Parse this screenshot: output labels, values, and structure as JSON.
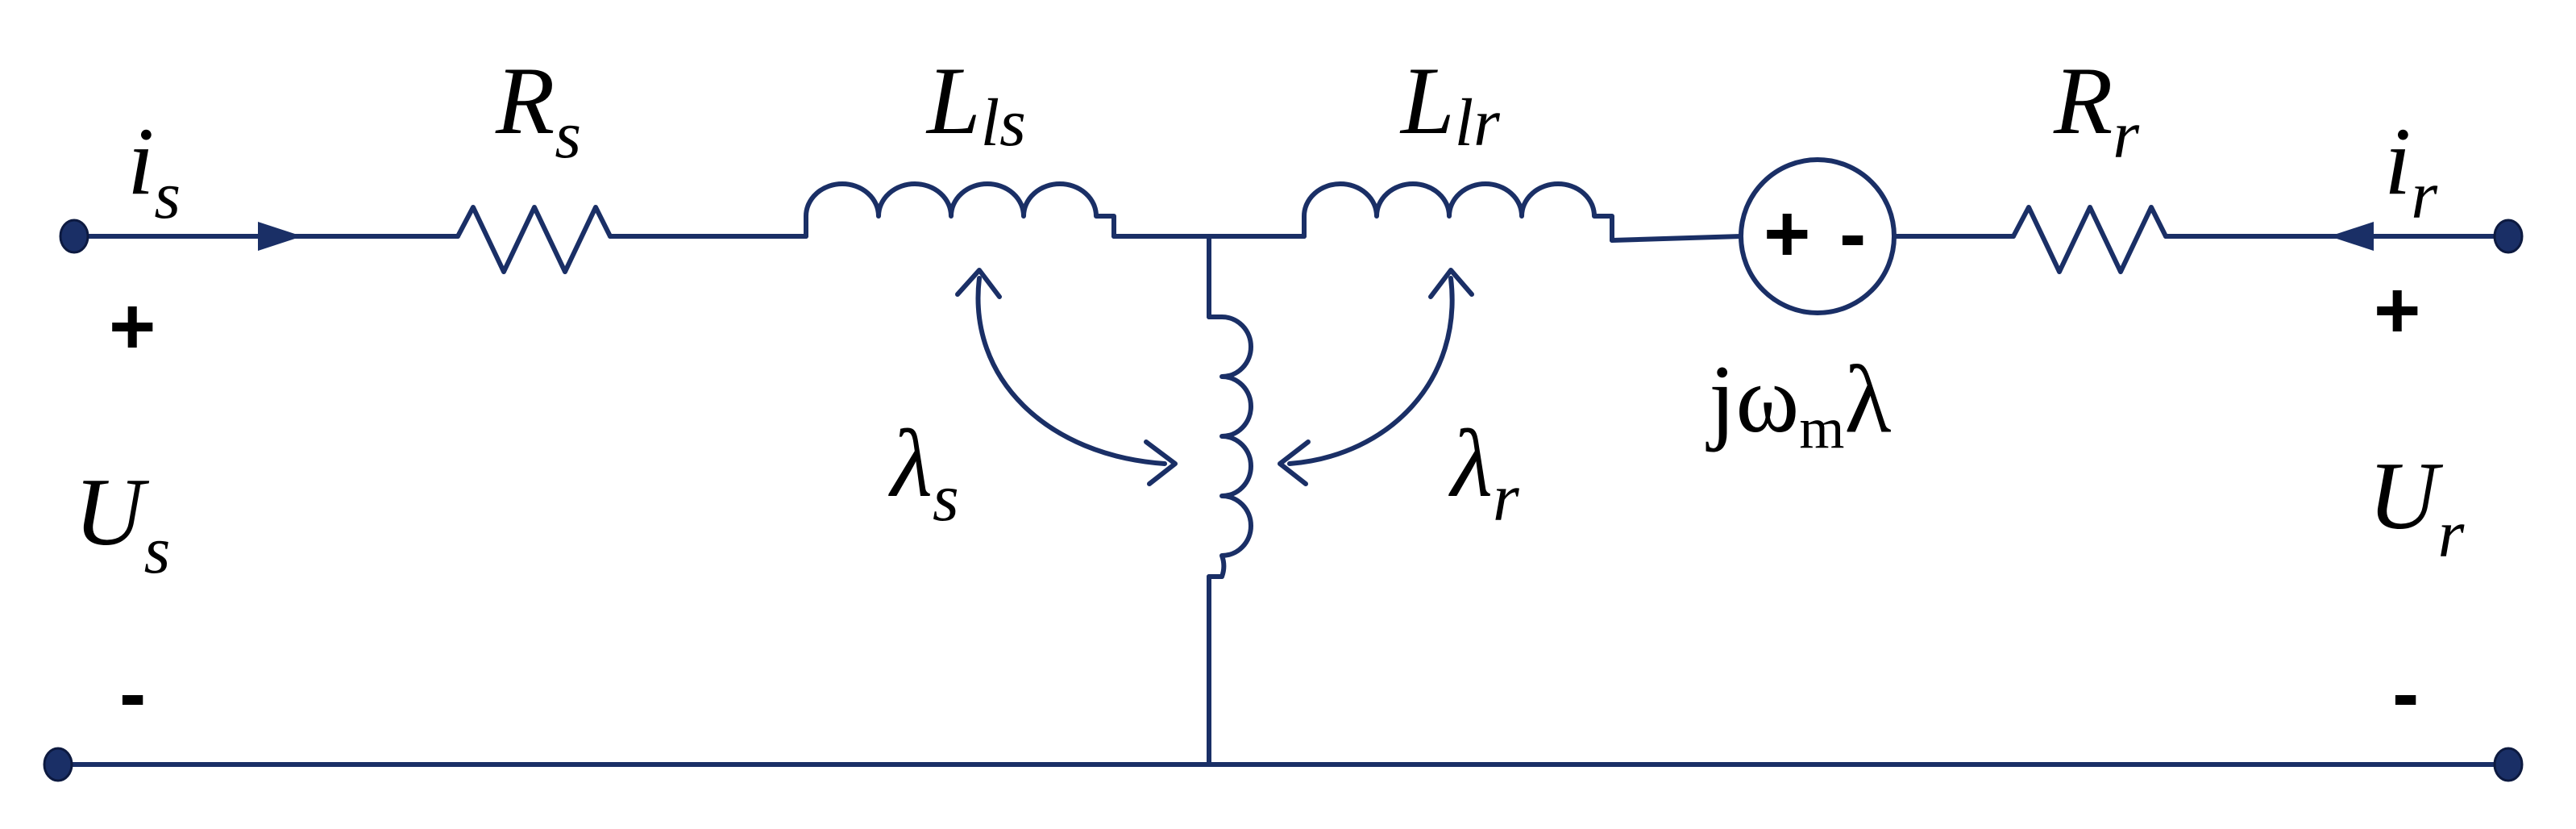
{
  "stator": {
    "current": {
      "main": "i",
      "sub": "s"
    },
    "resistance": {
      "main": "R",
      "sub": "s"
    },
    "leakage_inductance": {
      "main": "L",
      "sub": "ls"
    },
    "voltage": {
      "main": "U",
      "sub": "s"
    },
    "flux": {
      "main": "λ",
      "sub": "s"
    },
    "plus": "+",
    "minus": "-"
  },
  "rotor": {
    "current": {
      "main": "i",
      "sub": "r"
    },
    "resistance": {
      "main": "R",
      "sub": "r"
    },
    "leakage_inductance": {
      "main": "L",
      "sub": "lr"
    },
    "voltage": {
      "main": "U",
      "sub": "r"
    },
    "flux": {
      "main": "λ",
      "sub": "r"
    },
    "plus": "+",
    "minus": "-"
  },
  "source": {
    "plus": "+",
    "minus": "-",
    "label": {
      "pre": "jω",
      "sub": "m",
      "post": "λ"
    }
  },
  "colors": {
    "wire": "#1a2f66",
    "text": "#000000"
  }
}
